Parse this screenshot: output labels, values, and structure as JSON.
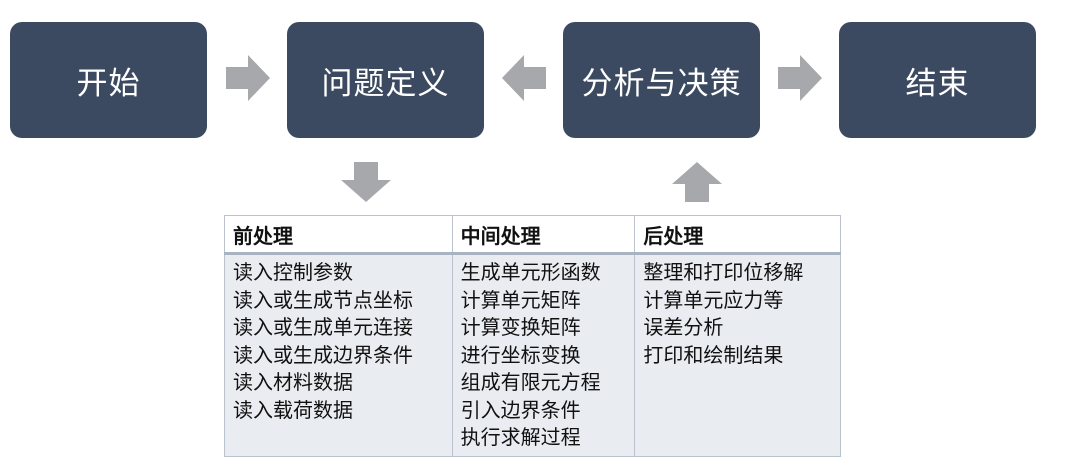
{
  "flow": {
    "start": "开始",
    "define": "问题定义",
    "analyze": "分析与决策",
    "end": "结束"
  },
  "colors": {
    "box_bg": "#3b4a60",
    "arrow": "#a6a8ab",
    "table_body": "#e9edf1",
    "table_border": "#b9c2cd"
  },
  "table": {
    "headers": [
      "前处理",
      "中间处理",
      "后处理"
    ],
    "columns": [
      [
        "读入控制参数",
        "读入或生成节点坐标",
        "读入或生成单元连接",
        "读入或生成边界条件",
        "读入材料数据",
        "读入载荷数据"
      ],
      [
        "生成单元形函数",
        "计算单元矩阵",
        "计算变换矩阵",
        "进行坐标变换",
        "组成有限元方程",
        "引入边界条件",
        "执行求解过程"
      ],
      [
        "整理和打印位移解",
        "计算单元应力等",
        "误差分析",
        "打印和绘制结果"
      ]
    ]
  }
}
